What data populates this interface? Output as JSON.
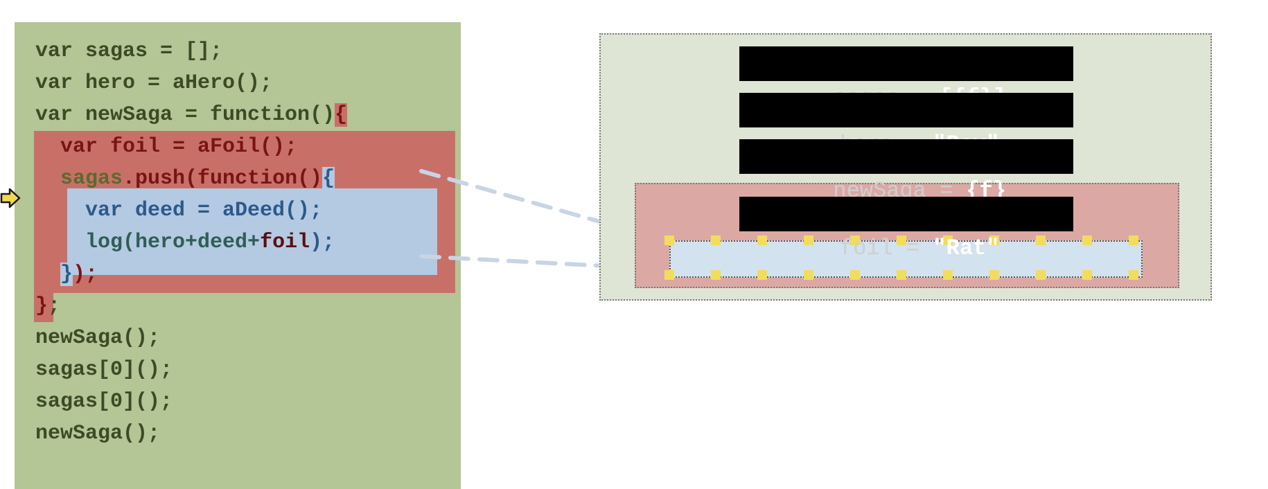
{
  "code": {
    "lines": [
      [
        {
          "t": "var sagas = [];",
          "c": "green"
        }
      ],
      [
        {
          "t": "var hero = aHero();",
          "c": "green"
        }
      ],
      [
        {
          "t": "var newSaga = function()",
          "c": "green"
        },
        {
          "t": "{",
          "c": "red",
          "hl": "red"
        }
      ],
      [
        {
          "t": "  var foil = aFoil();",
          "c": "red"
        }
      ],
      [
        {
          "t": "  ",
          "c": "red"
        },
        {
          "t": "sagas",
          "c": "olive"
        },
        {
          "t": ".push(function()",
          "c": "red"
        },
        {
          "t": "{",
          "c": "blue",
          "hl": "blue"
        }
      ],
      [
        {
          "t": "    var deed = aDeed();",
          "c": "blue"
        }
      ],
      [
        {
          "t": "    log(hero+deed+",
          "c": "teal"
        },
        {
          "t": "foil",
          "c": "maroon"
        },
        {
          "t": ");",
          "c": "blue"
        }
      ],
      [
        {
          "t": "  ",
          "c": "red"
        },
        {
          "t": "}",
          "c": "blue",
          "hl": "blue"
        },
        {
          "t": ");",
          "c": "red"
        }
      ],
      [
        {
          "t": "}",
          "c": "red",
          "hl": "red"
        },
        {
          "t": ";",
          "c": "green"
        }
      ],
      [
        {
          "t": "newSaga();",
          "c": "green"
        }
      ],
      [
        {
          "t": "sagas[0]();",
          "c": "green"
        }
      ],
      [
        {
          "t": "sagas[0]();",
          "c": "green"
        }
      ],
      [
        {
          "t": "newSaga();",
          "c": "green"
        }
      ]
    ],
    "current_line_index": 5
  },
  "environment": {
    "global_vars": [
      {
        "name": "sagas",
        "sep": " = ",
        "value": "[{f}]"
      },
      {
        "name": "hero",
        "sep": " = ",
        "value": "\"Boy\""
      },
      {
        "name": "newSaga",
        "sep": " = ",
        "value": "{f}"
      }
    ],
    "local_vars": [
      {
        "name": "foil",
        "sep": " = ",
        "value": "\"Rat\""
      }
    ]
  },
  "colors": {
    "code_bg": "#b4c596",
    "outer_scope": "#c87068",
    "inner_scope": "#b4c9e2",
    "global_env": "#dfe5d4",
    "local_env": "#dca8a4",
    "inner_env": "#d2e2ee",
    "handle": "#f2dc5e",
    "connector": "#c9d4e4",
    "pointer": "#f2d84e"
  }
}
